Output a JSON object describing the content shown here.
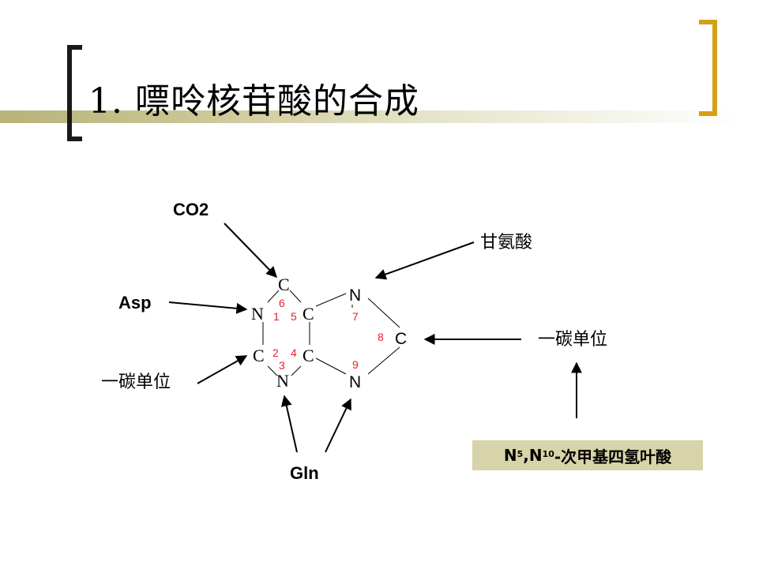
{
  "slide": {
    "title": "1. 嘌呤核苷酸的合成"
  },
  "diagram": {
    "sources": {
      "co2": "CO2",
      "glycine": "甘氨酸",
      "asp": "Asp",
      "one_carbon_left": "一碳单位",
      "one_carbon_right": "一碳单位",
      "gln": "Gln"
    },
    "folate": {
      "n1": "N",
      "sup1": "5",
      "comma": ",N",
      "sup2": "10",
      "rest": "-次甲基四氢叶酸"
    },
    "atoms": {
      "c_top": "C",
      "n1": "N",
      "c5": "C",
      "c2": "C",
      "c4": "C",
      "n3": "N",
      "n7": "N",
      "c8": "C",
      "n9": "N"
    },
    "ring_numbers": {
      "p6": "6",
      "p1": "1",
      "p5": "5",
      "p2": "2",
      "p3": "3",
      "p4": "4",
      "p7": "7",
      "p8": "8",
      "p9": "9"
    },
    "colors": {
      "title_bar": "#b7b37a",
      "bracket_left": "#1a1a1a",
      "bracket_right": "#d4a017",
      "numbers": "#ee1c25",
      "label_box": "#d6d4a8"
    }
  }
}
